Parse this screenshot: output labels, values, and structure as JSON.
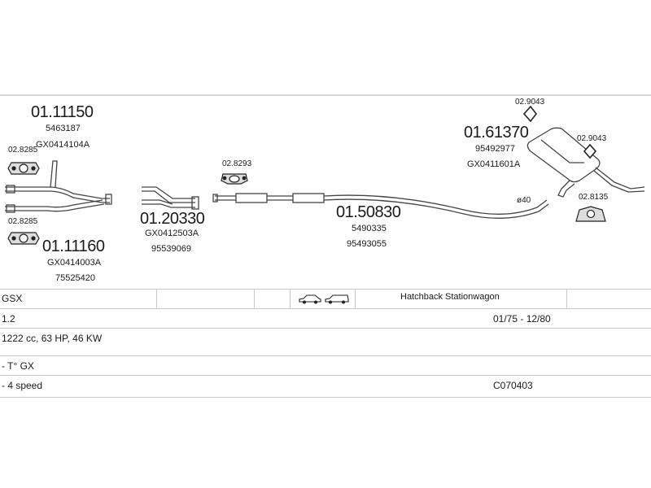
{
  "parts": {
    "front_pipe_upper": {
      "code": "01.11150",
      "refs": [
        "5463187",
        "GX0414104A"
      ]
    },
    "front_pipe_lower": {
      "code": "01.11160",
      "refs": [
        "GX0414003A",
        "75525420"
      ]
    },
    "middle_pipe": {
      "code": "01.20330",
      "refs": [
        "GX0412503A",
        "95539069"
      ]
    },
    "center_pipe": {
      "code": "01.50830",
      "refs": [
        "5490335",
        "95493055"
      ]
    },
    "rear_muffler": {
      "code": "01.61370",
      "refs": [
        "95492977",
        "GX0411601A"
      ]
    }
  },
  "accessories": {
    "gasket_top": "02.8285",
    "gasket_bottom": "02.8285",
    "clamp_mid": "02.8293",
    "rubber_top": "02.9043",
    "rubber_right": "02.9043",
    "hanger": "02.8135",
    "diameter": "ø40"
  },
  "vehicle": {
    "model": "GSX",
    "body_types": "Hatchback Stationwagon",
    "engine": "1.2",
    "years": "01/75 - 12/80",
    "specs": "1222 cc, 63 HP, 46 KW",
    "variant": "- T° GX",
    "gearbox": "- 4 speed",
    "catalog_code": "C070403"
  },
  "icons": [
    "hatchback-car-icon",
    "stationwagon-car-icon"
  ],
  "colors": {
    "line": "#444444",
    "grid": "#c9c9c9",
    "text": "#1a1a1a"
  }
}
